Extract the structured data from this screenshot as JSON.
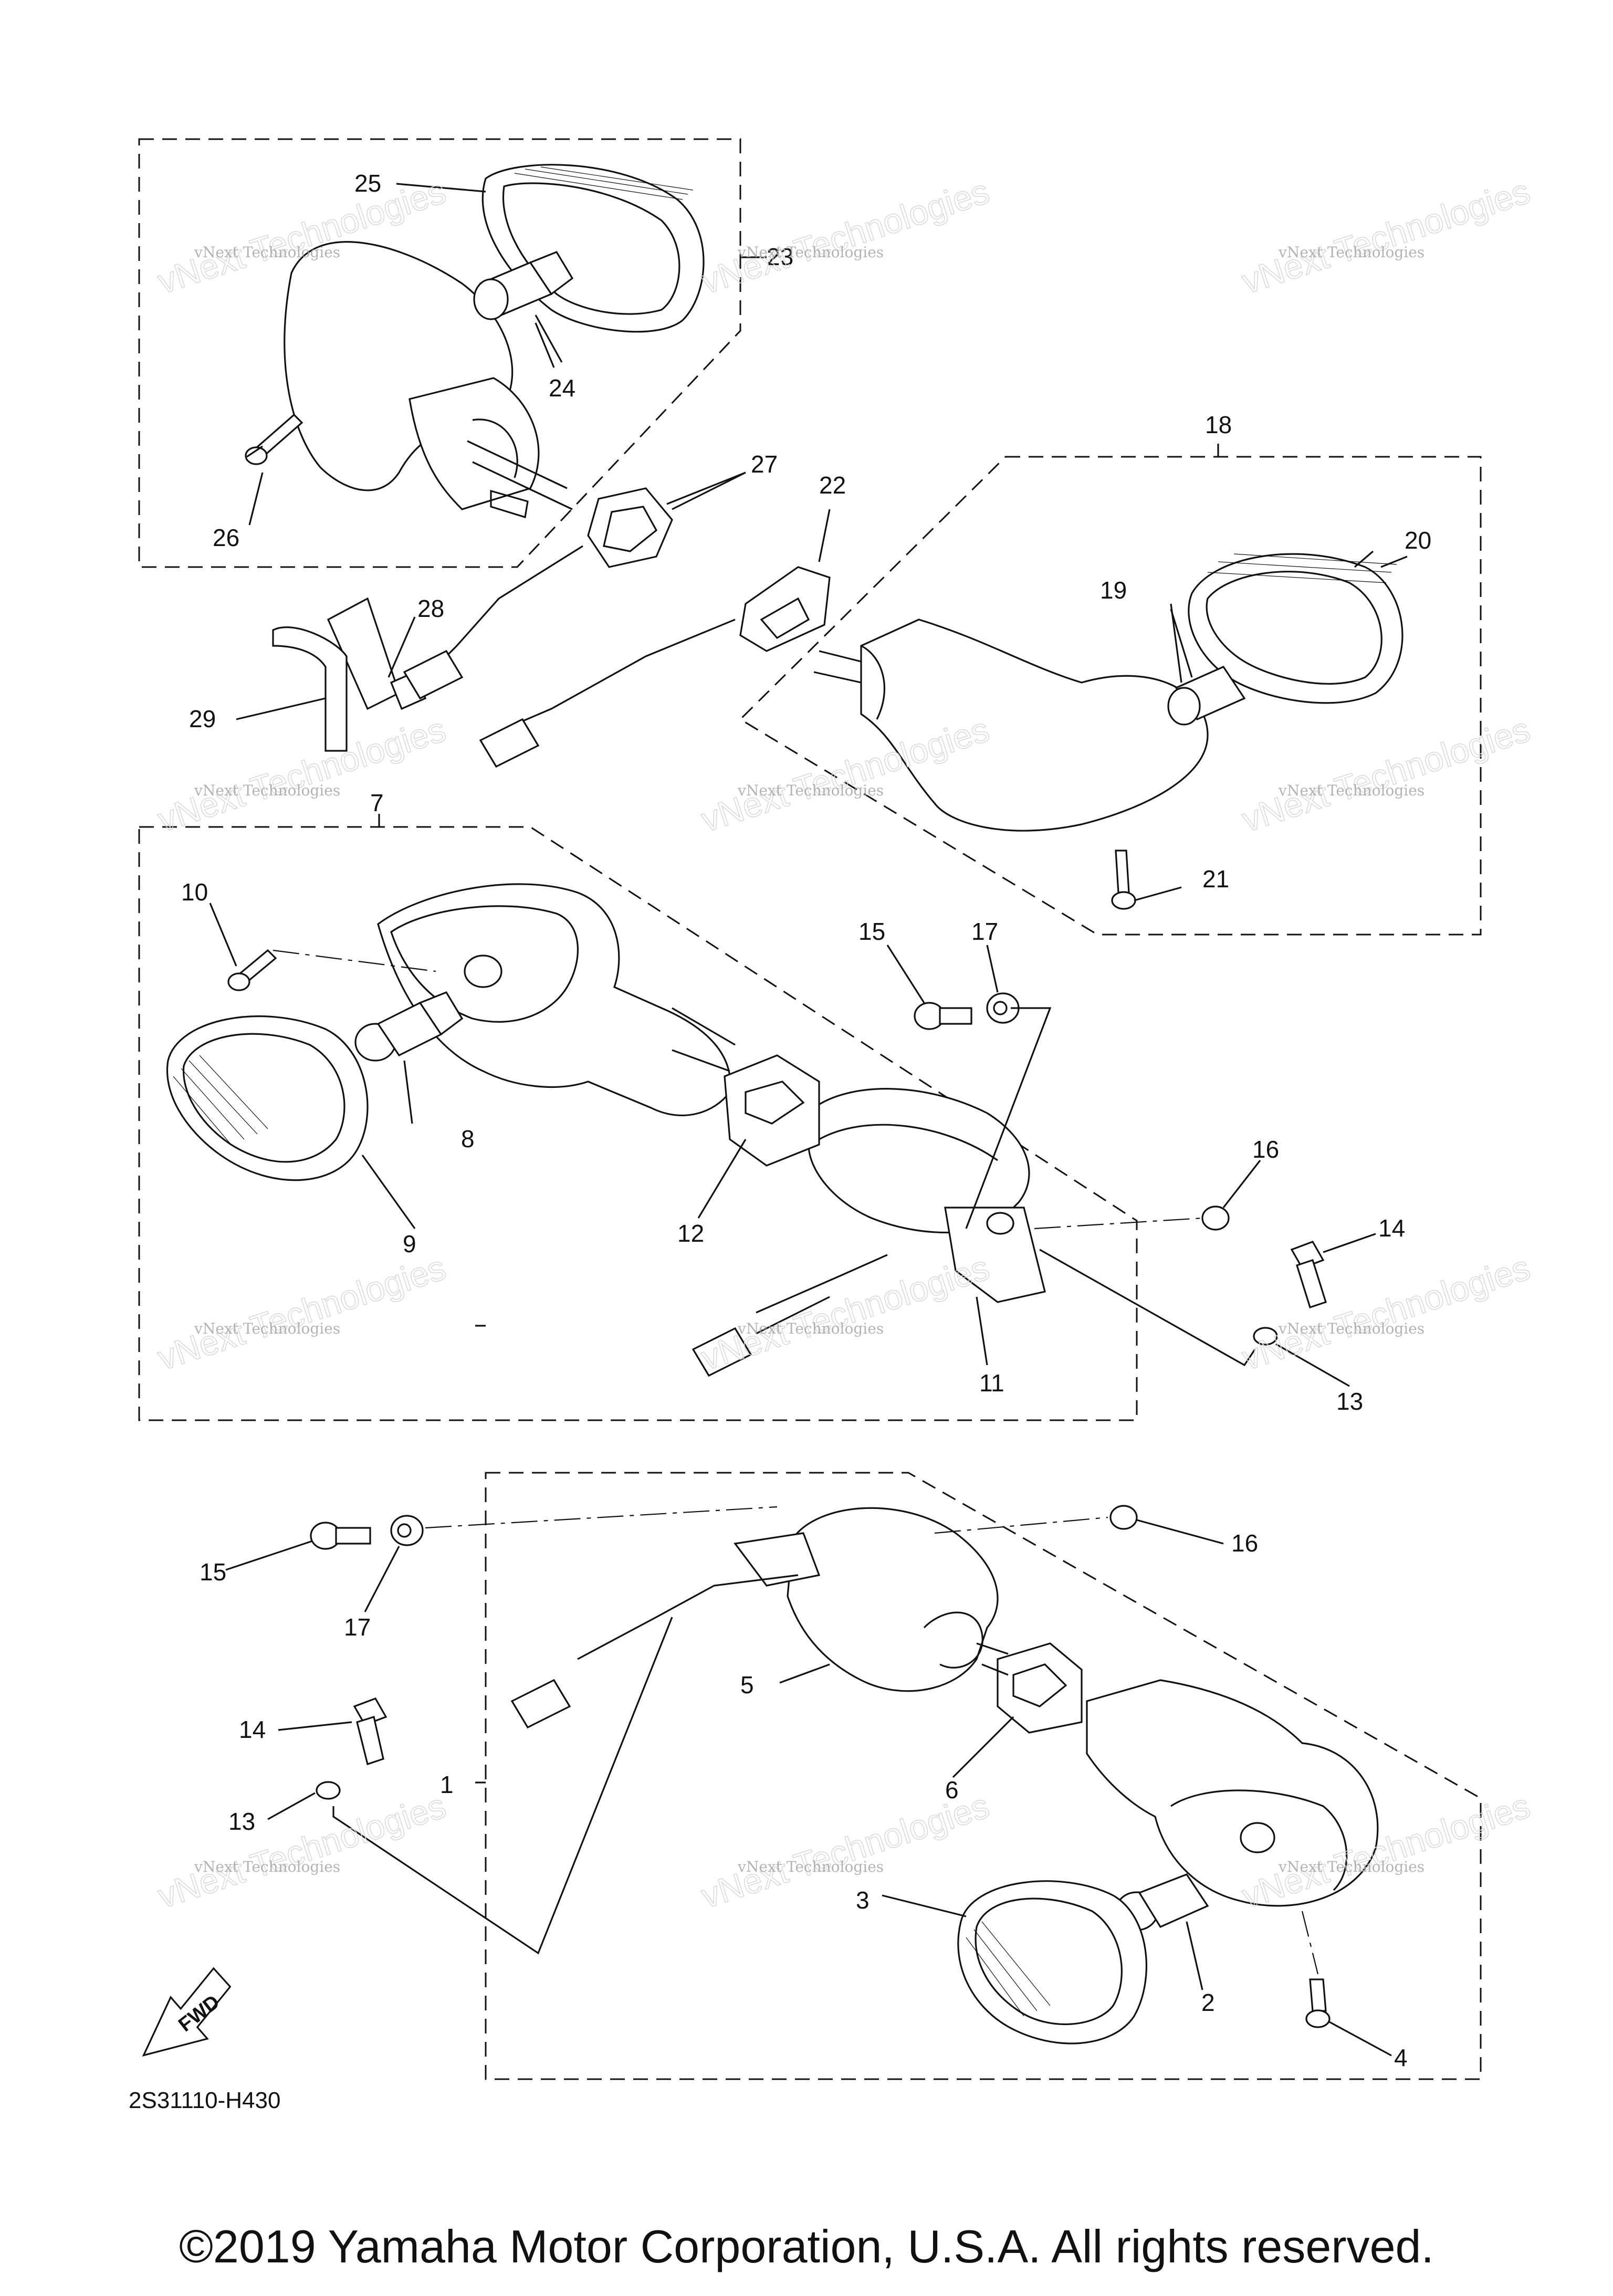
{
  "diagram": {
    "code": "2S31110-H430",
    "fwd_label": "FWD",
    "copyright": "©2019 Yamaha Motor Corporation, U.S.A. All rights reserved.",
    "watermark": {
      "small": "vNext Technologies",
      "big": "vNext Technologies"
    },
    "callouts": [
      "1",
      "2",
      "3",
      "4",
      "5",
      "6",
      "7",
      "8",
      "9",
      "10",
      "11",
      "12",
      "13",
      "14",
      "15",
      "16",
      "17",
      "18",
      "19",
      "20",
      "21",
      "22",
      "23",
      "24",
      "25",
      "26",
      "27",
      "28",
      "29"
    ]
  }
}
